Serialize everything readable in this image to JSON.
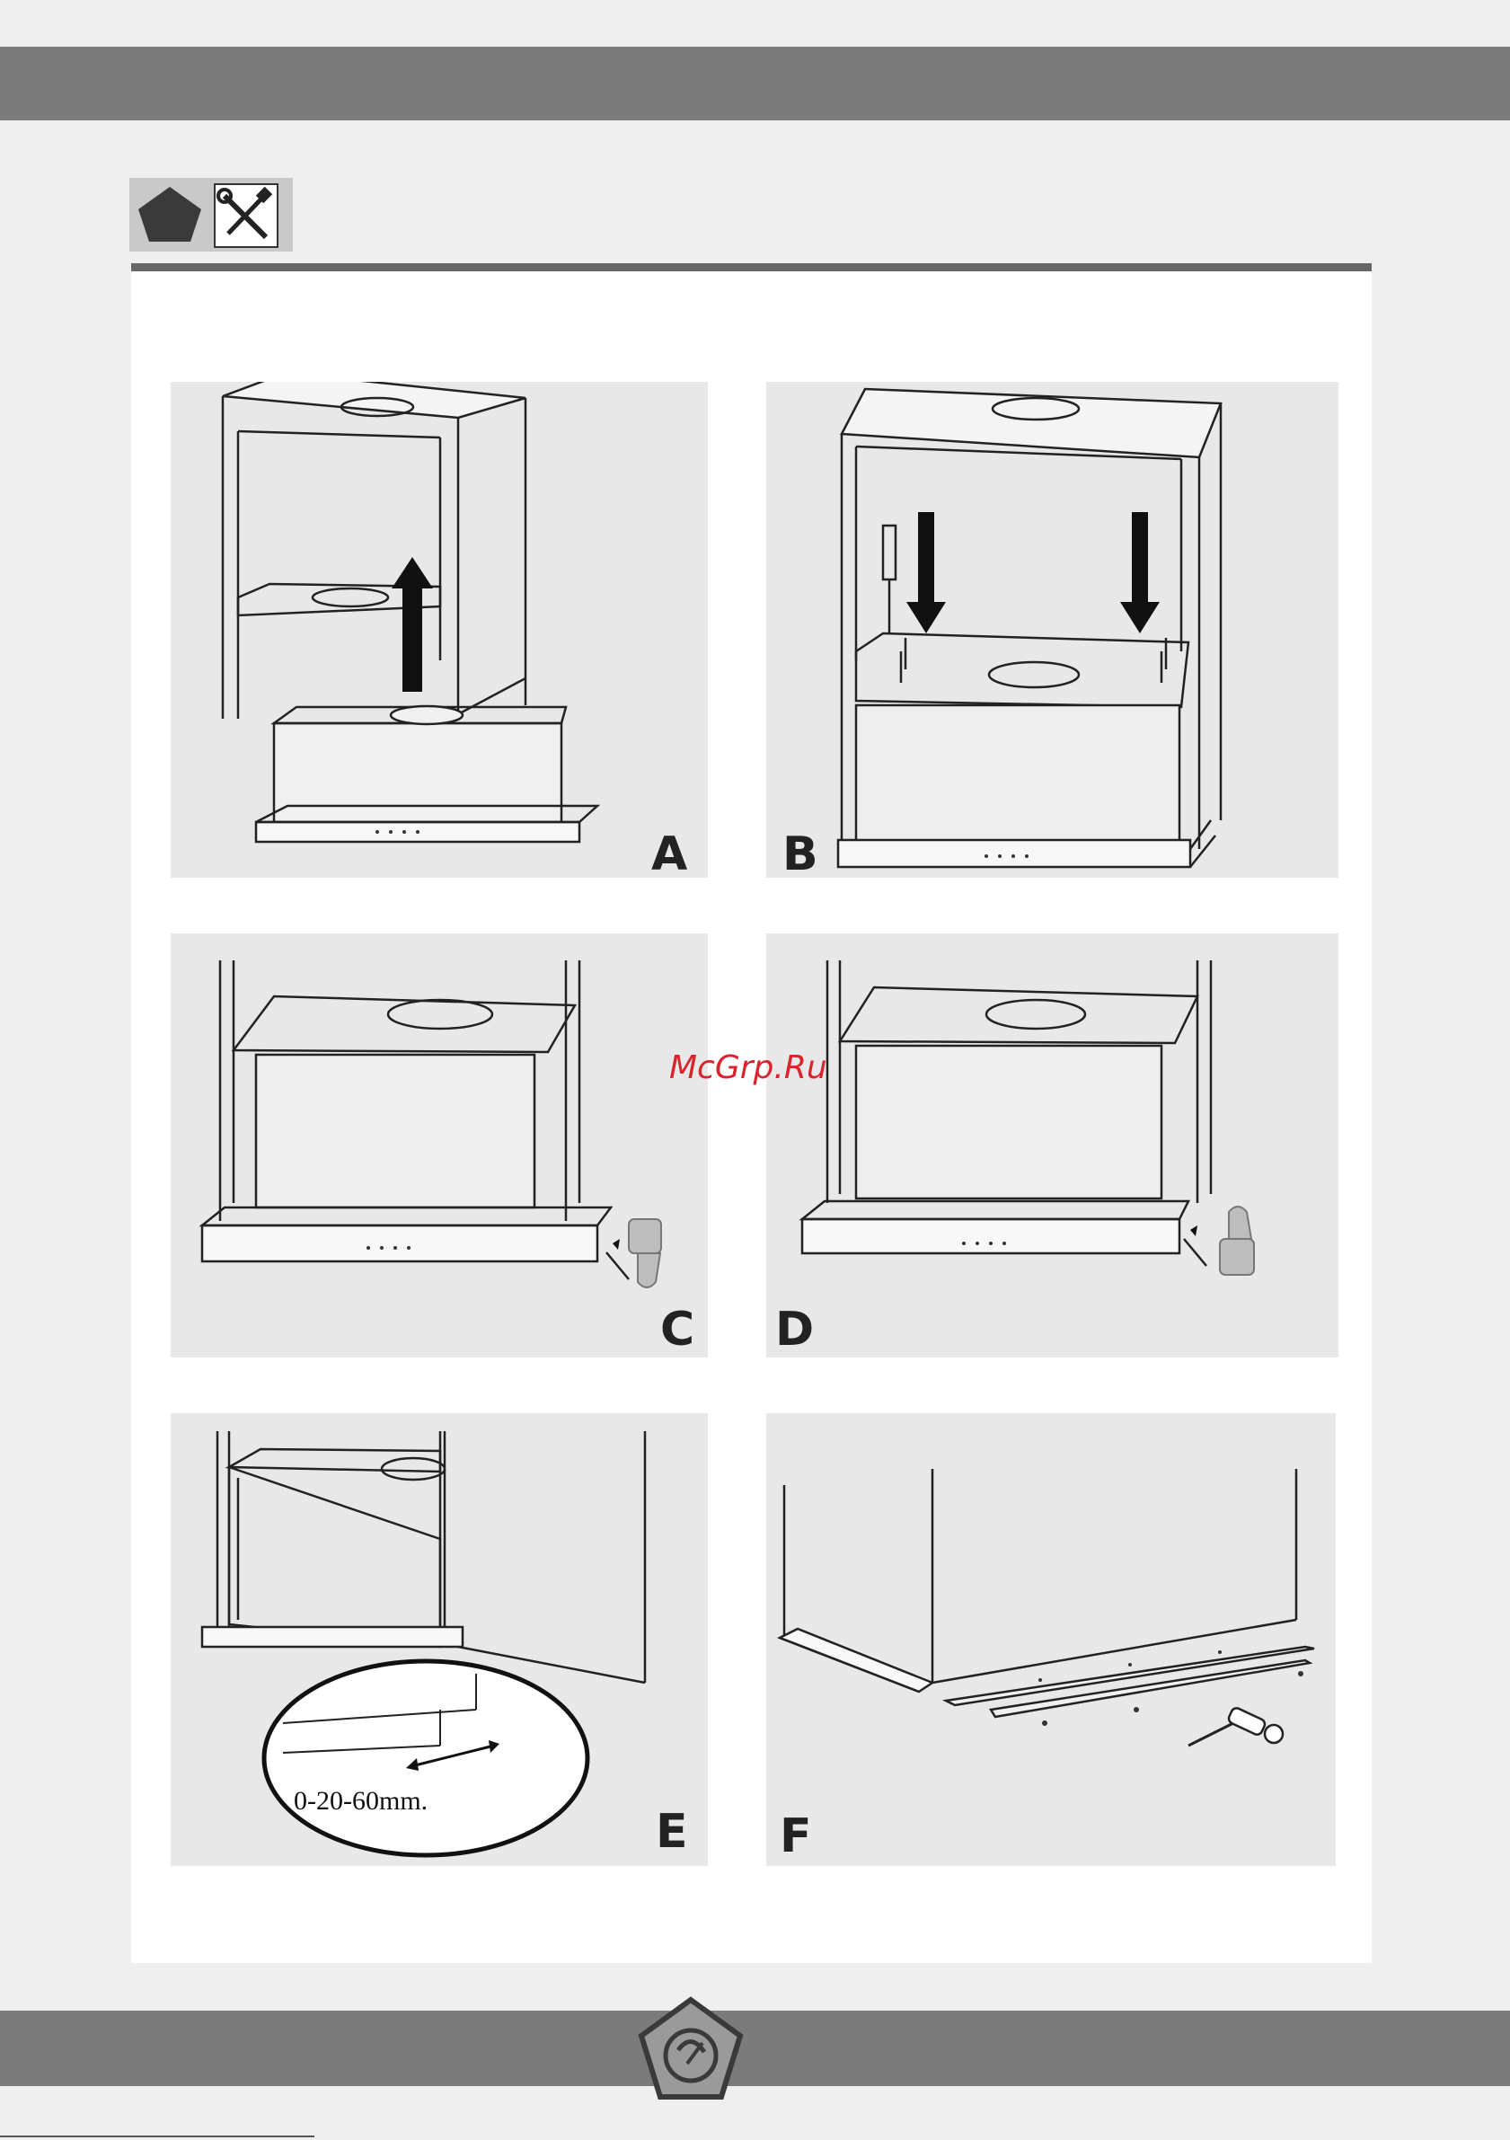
{
  "watermark": "McGrp.Ru",
  "panels": [
    {
      "id": "A",
      "label": "A"
    },
    {
      "id": "B",
      "label": "B"
    },
    {
      "id": "C",
      "label": "C"
    },
    {
      "id": "D",
      "label": "D"
    },
    {
      "id": "E",
      "label": "E",
      "dimension": "0-20-60mm."
    },
    {
      "id": "F",
      "label": "F"
    }
  ],
  "icons": [
    "pentagon-icon",
    "tools-icon",
    "brand-logo-icon"
  ],
  "colors": {
    "band": "#7b7b7b",
    "panel_bg": "#e8e8e8",
    "watermark": "#d8242c"
  }
}
